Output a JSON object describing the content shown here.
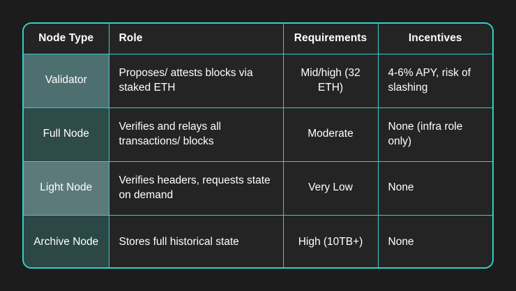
{
  "theme": {
    "page_background": "#1c1c1c",
    "cell_background": "#242424",
    "border_color": "#34cfc8",
    "text_color": "#ffffff",
    "type_cell_shades": [
      "#4e6f70",
      "#2e4a49",
      "#5c7a7a",
      "#2b4746"
    ]
  },
  "table": {
    "headers": [
      {
        "label": "Node Type",
        "align": "center"
      },
      {
        "label": "Role",
        "align": "left"
      },
      {
        "label": "Requirements",
        "align": "center"
      },
      {
        "label": "Incentives",
        "align": "center"
      }
    ],
    "rows": [
      {
        "node_type": "Validator",
        "role": "Proposes/ attests blocks via staked ETH",
        "requirements": "Mid/high (32 ETH)",
        "incentives": "4-6% APY, risk of slashing"
      },
      {
        "node_type": "Full Node",
        "role": "Verifies and relays all transactions/ blocks",
        "requirements": "Moderate",
        "incentives": "None (infra role only)"
      },
      {
        "node_type": "Light Node",
        "role": "Verifies headers, requests state on demand",
        "requirements": "Very Low",
        "incentives": "None"
      },
      {
        "node_type": "Archive Node",
        "role": "Stores full historical state",
        "requirements": "High (10TB+)",
        "incentives": "None"
      }
    ]
  }
}
